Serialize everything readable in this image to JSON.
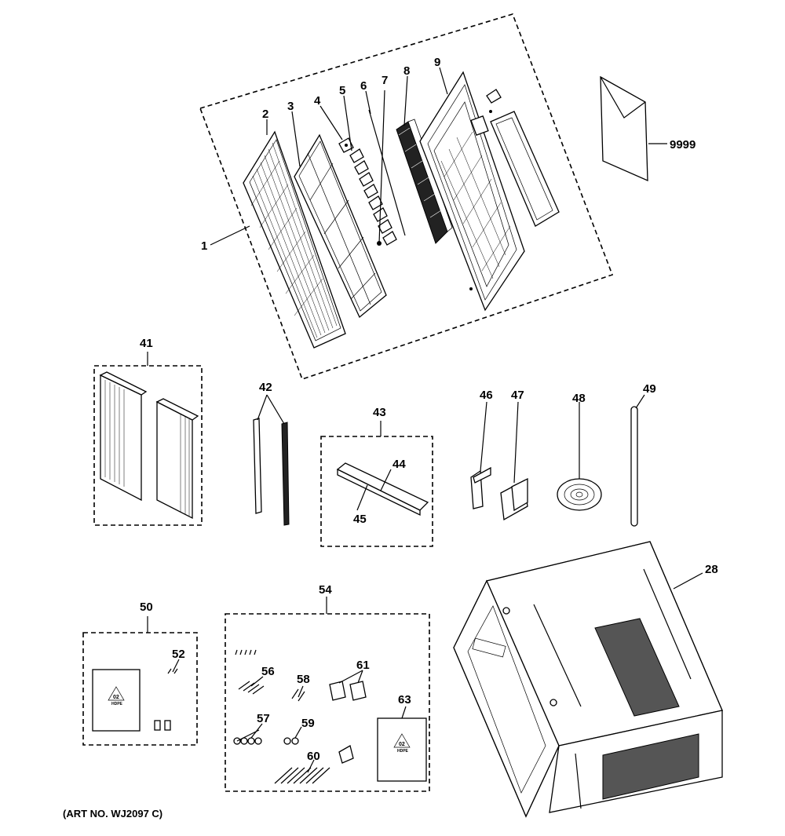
{
  "callouts": {
    "c1": "1",
    "c2": "2",
    "c3": "3",
    "c4": "4",
    "c5": "5",
    "c6": "6",
    "c7": "7",
    "c8": "8",
    "c9": "9",
    "c9999": "9999",
    "c41": "41",
    "c42": "42",
    "c43": "43",
    "c44": "44",
    "c45": "45",
    "c46": "46",
    "c47": "47",
    "c48": "48",
    "c49": "49",
    "c28": "28",
    "c50": "50",
    "c52": "52",
    "c54": "54",
    "c56": "56",
    "c57": "57",
    "c58": "58",
    "c59": "59",
    "c60": "60",
    "c61": "61",
    "c63": "63"
  },
  "bag_label": {
    "recycle_code": "02",
    "material": "HDPE"
  },
  "art_number": "(ART NO. WJ2097 C)"
}
